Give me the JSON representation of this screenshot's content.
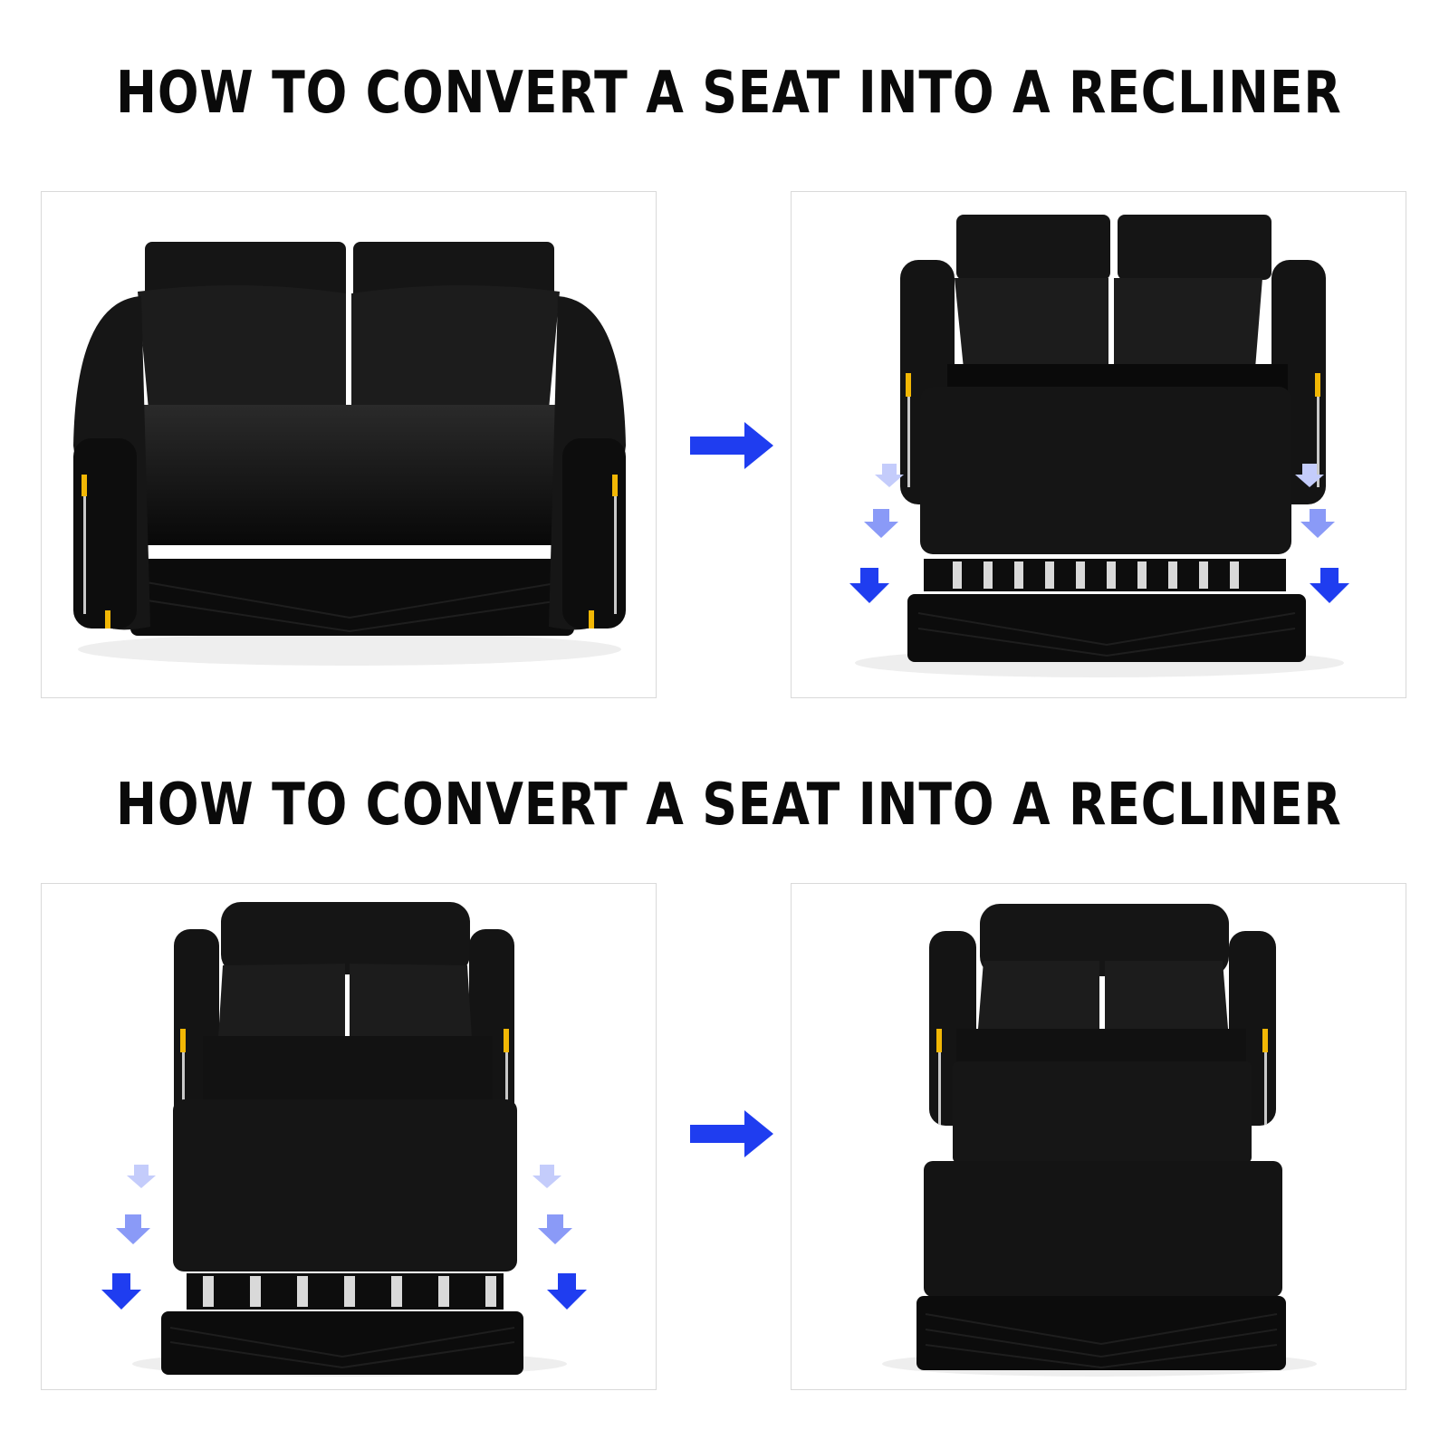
{
  "sections": [
    {
      "title": "HOW TO CONVERT A SEAT INTO A RECLINER"
    },
    {
      "title": "HOW TO CONVERT A SEAT INTO A RECLINER"
    }
  ],
  "colors": {
    "arrow_blue": "#1f3df0",
    "sofa_black": "#111111",
    "accent_gold": "#f2b705"
  },
  "steps": [
    {
      "state": "sofa-seated"
    },
    {
      "state": "sofa-pull-out"
    },
    {
      "state": "sofa-extending"
    },
    {
      "state": "sofa-bed-flat"
    }
  ]
}
